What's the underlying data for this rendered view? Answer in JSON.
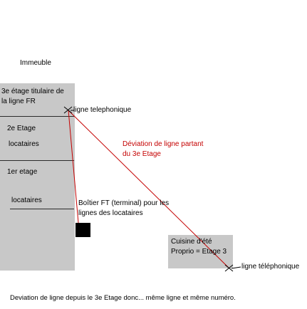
{
  "labels": {
    "building_title": "Immeuble",
    "floor3": [
      "3e étage titulaire de",
      "la ligne FR"
    ],
    "floor2": "2e Etage",
    "floor2_tenants": "locataires",
    "floor1": "1er etage",
    "floor1_tenants": "locataires",
    "phone_line_top": "ligne telephonique",
    "deviation": [
      "Déviation de ligne partant",
      "du 3e Etage"
    ],
    "terminal_box": [
      "Boîtier FT (terminal) pour les",
      "lignes des locataires"
    ],
    "kitchen": [
      "Cuisine d'été",
      "Proprio = Etage 3"
    ],
    "phone_line_bottom": "ligne téléphonique",
    "caption": "Deviation de ligne depuis le 3e Etage donc... même ligne et même numéro."
  },
  "colors": {
    "building_fill": "#c8c8c8",
    "deviation_line": "#c40000",
    "deviation_text": "#c40000",
    "terminal_box": "#000000"
  }
}
